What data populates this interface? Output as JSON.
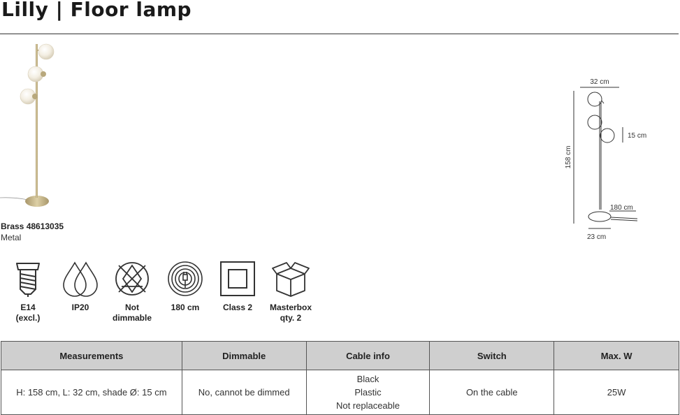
{
  "title": "Lilly | Floor lamp",
  "product": {
    "variant": "Brass 48613035",
    "material": "Metal"
  },
  "drawing": {
    "width_label": "32 cm",
    "height_label": "158 cm",
    "shade_label": "15 cm",
    "cable_label": "180 cm",
    "base_label": "23 cm"
  },
  "icons": [
    {
      "name": "bulb-socket-icon",
      "line1": "E14",
      "line2": "(excl.)"
    },
    {
      "name": "water-drops-icon",
      "line1": "IP20",
      "line2": ""
    },
    {
      "name": "not-dimmable-icon",
      "line1": "Not",
      "line2": "dimmable"
    },
    {
      "name": "cable-coil-icon",
      "line1": "180 cm",
      "line2": ""
    },
    {
      "name": "class-2-icon",
      "line1": "Class 2",
      "line2": ""
    },
    {
      "name": "box-icon",
      "line1": "Masterbox",
      "line2": "qty. 2"
    }
  ],
  "table": {
    "headers": [
      "Measurements",
      "Dimmable",
      "Cable info",
      "Switch",
      "Max. W"
    ],
    "row": {
      "measurements": "H: 158 cm, L: 32 cm, shade Ø: 15 cm",
      "dimmable": "No, cannot be dimmed",
      "cable_lines": [
        "Black",
        "Plastic",
        "Not replaceable"
      ],
      "switch": "On the cable",
      "max_w": "25W"
    }
  },
  "colors": {
    "brass": "#c9b98a",
    "glass": "#f1ece0",
    "header_bg": "#cfcfcf"
  }
}
